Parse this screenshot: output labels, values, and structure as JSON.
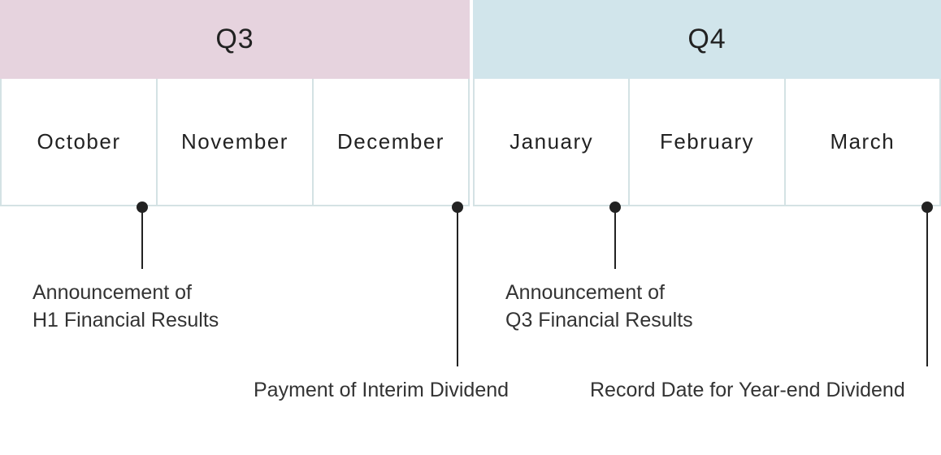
{
  "colors": {
    "q3_header": "#e6d3de",
    "q4_header": "#d1e5eb",
    "grid_border": "#d4e2e4",
    "marker": "#222222"
  },
  "quarters": [
    {
      "label": "Q3",
      "months": [
        "October",
        "November",
        "December"
      ]
    },
    {
      "label": "Q4",
      "months": [
        "January",
        "February",
        "March"
      ]
    }
  ],
  "events": [
    {
      "text": "Announcement of\nH1 Financial Results"
    },
    {
      "text": "Payment of Interim Dividend"
    },
    {
      "text": "Announcement of\nQ3 Financial Results"
    },
    {
      "text": "Record Date for Year-end Dividend"
    }
  ]
}
